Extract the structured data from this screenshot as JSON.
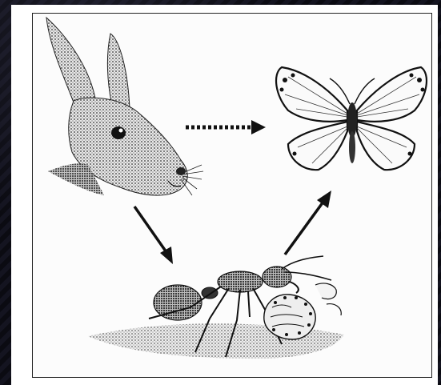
{
  "diagram": {
    "nodes": [
      {
        "id": "rabbit",
        "icon": "rabbit-head-icon"
      },
      {
        "id": "butterfly",
        "icon": "butterfly-icon"
      },
      {
        "id": "ant",
        "icon": "ant-icon"
      },
      {
        "id": "caterpillar",
        "icon": "caterpillar-icon"
      }
    ],
    "edges": [
      {
        "from": "rabbit",
        "to": "butterfly",
        "style": "dotted"
      },
      {
        "from": "rabbit",
        "to": "ant",
        "style": "solid"
      },
      {
        "from": "ant",
        "to": "butterfly",
        "style": "solid"
      }
    ],
    "colors": {
      "ink": "#111111",
      "paper": "#fcfcfc",
      "background": "#0c0c10"
    }
  }
}
